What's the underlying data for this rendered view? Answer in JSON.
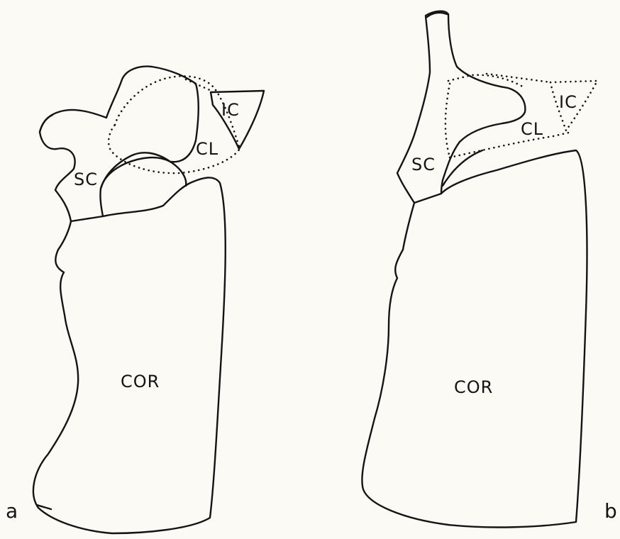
{
  "panels": [
    {
      "letter": "a",
      "labels": {
        "ic": "IC",
        "cl": "CL",
        "sc": "SC",
        "cor": "COR"
      }
    },
    {
      "letter": "b",
      "labels": {
        "ic": "IC",
        "cl": "CL",
        "sc": "SC",
        "cor": "COR"
      }
    }
  ]
}
